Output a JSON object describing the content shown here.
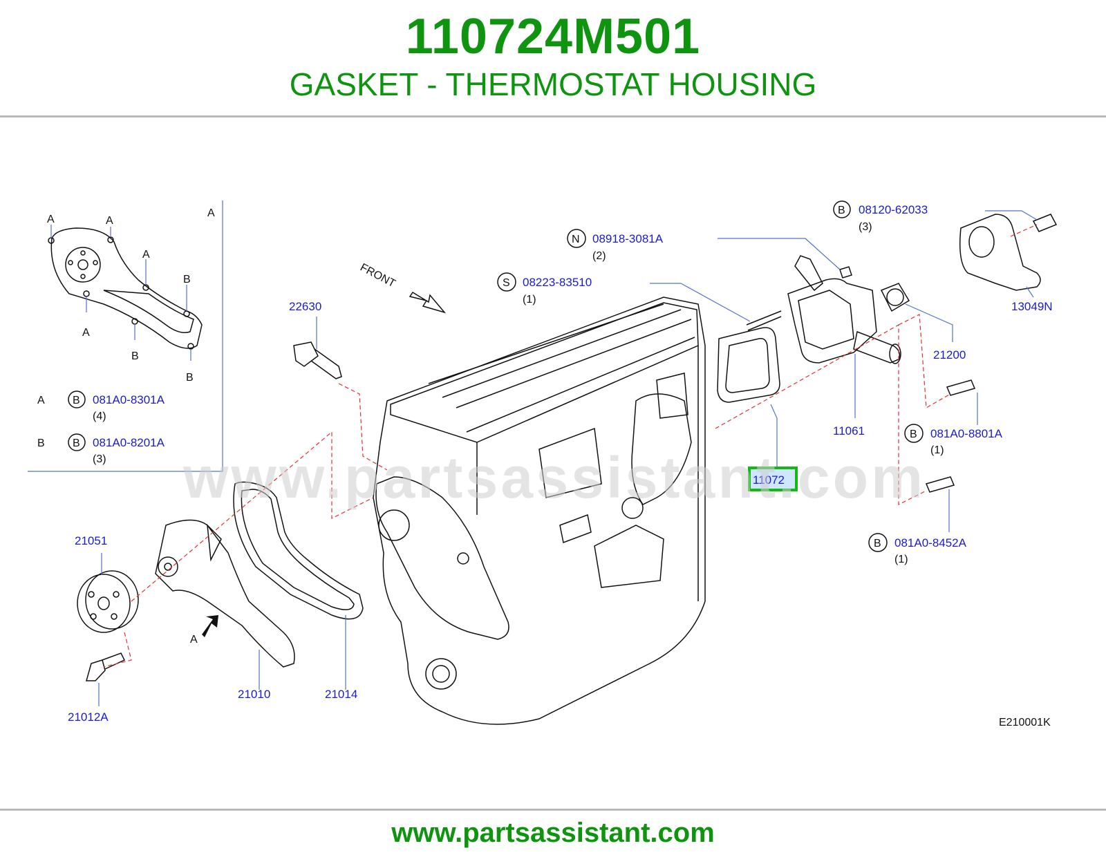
{
  "header": {
    "part_number": "110724M501",
    "description": "GASKET - THERMOSTAT HOUSING"
  },
  "footer": {
    "url": "www.partsassistant.com"
  },
  "watermark": "www.partsassistant.com",
  "diagram_code": "E210001K",
  "front_label": "FRONT",
  "highlight_color": "#13b913",
  "brand_color": "#0f9410",
  "inset": {
    "corner_letter": "A",
    "letters": {
      "a": "A",
      "b": "B"
    },
    "bolt_a": {
      "letter": "A",
      "badge": "B",
      "number": "081A0-8301A",
      "qty": "(4)"
    },
    "bolt_b": {
      "letter": "B",
      "badge": "B",
      "number": "081A0-8201A",
      "qty": "(3)"
    }
  },
  "callouts": {
    "p08120": {
      "badge": "B",
      "number": "08120-62033",
      "qty": "(3)"
    },
    "p08918": {
      "badge": "N",
      "number": "08918-3081A",
      "qty": "(2)"
    },
    "p08223": {
      "badge": "S",
      "number": "08223-83510",
      "qty": "(1)"
    },
    "p8801": {
      "badge": "B",
      "number": "081A0-8801A",
      "qty": "(1)"
    },
    "p8452": {
      "badge": "B",
      "number": "081A0-8452A",
      "qty": "(1)"
    },
    "p22630": "22630",
    "p13049": "13049N",
    "p21200": "21200",
    "p11061": "11061",
    "p11072": "11072",
    "p21051": "21051",
    "p21012": "21012A",
    "p21010": "21010",
    "p21014": "21014",
    "arrow_a": "A"
  }
}
